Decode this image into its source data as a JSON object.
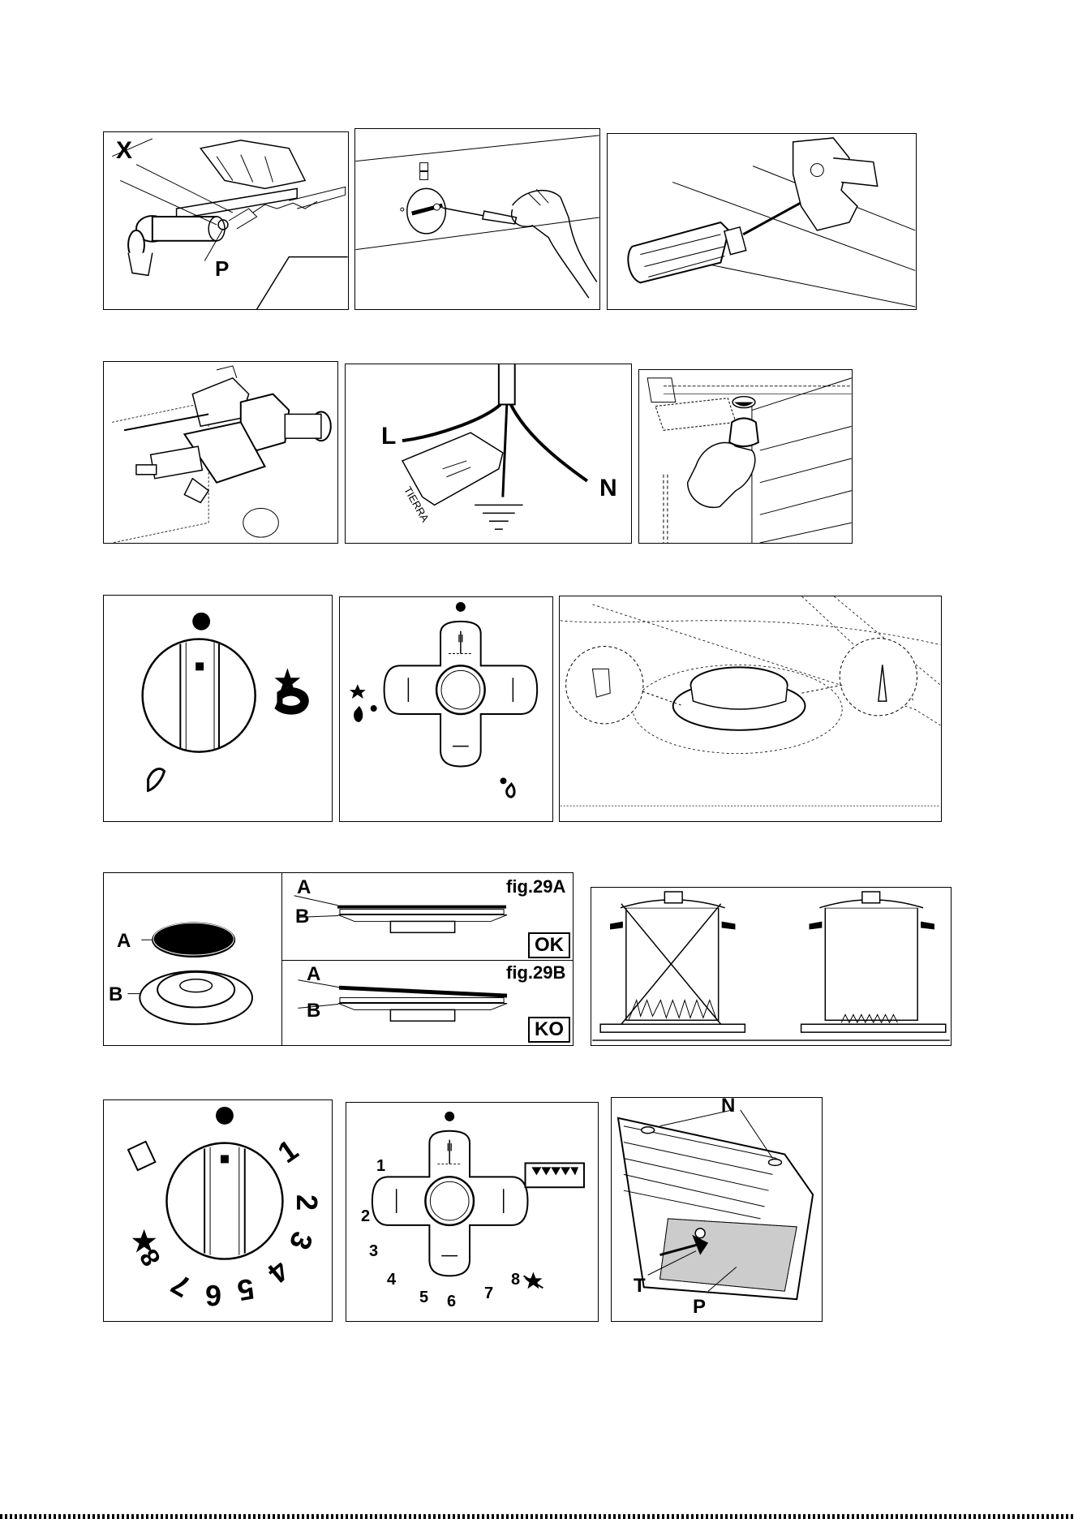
{
  "row1": {
    "fig1": {
      "label_x": "X",
      "label_p": "P"
    }
  },
  "row2": {
    "fig5": {
      "label_l": "L",
      "label_n": "N",
      "tag_text": "TIERRA"
    }
  },
  "row4": {
    "fig10": {
      "label_a": "A",
      "label_b": "B"
    },
    "fig11": {
      "top": {
        "caption": "fig.29A",
        "label_a": "A",
        "label_b": "B",
        "status": "OK"
      },
      "bottom": {
        "caption": "fig.29B",
        "label_a": "A",
        "label_b": "B",
        "status": "KO"
      }
    }
  },
  "row5": {
    "fig13": {
      "numbers": [
        "1",
        "2",
        "3",
        "4",
        "5",
        "6",
        "7",
        "8"
      ]
    },
    "fig14": {
      "numbers": [
        "1",
        "2",
        "3",
        "4",
        "5",
        "6",
        "7",
        "8"
      ]
    },
    "fig15": {
      "label_n": "N",
      "label_t": "T",
      "label_p": "P"
    }
  }
}
